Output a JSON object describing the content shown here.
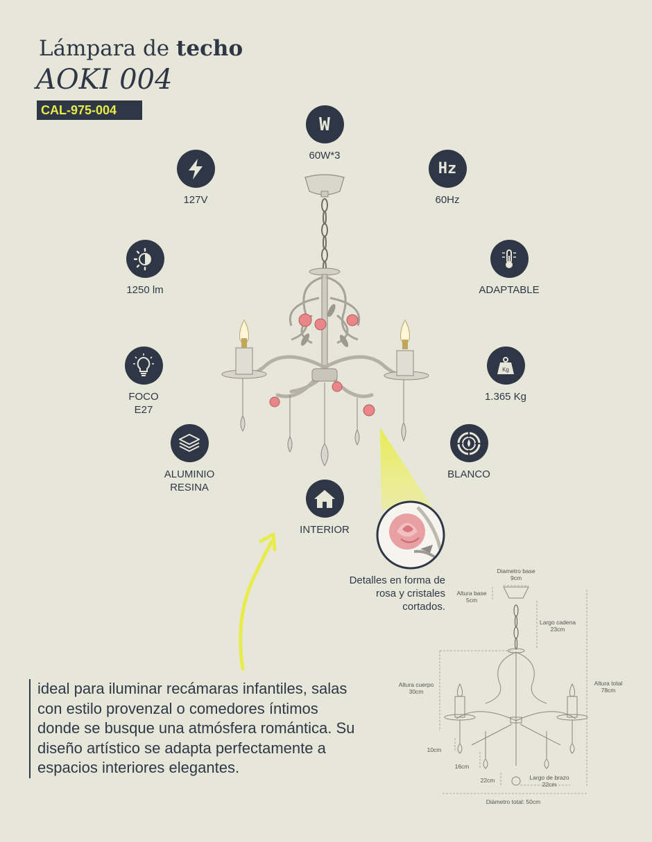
{
  "title": {
    "prefix": "Lámpara de",
    "bold": "techo",
    "model": "AOKI 004"
  },
  "code": "CAL-975-004",
  "specs": {
    "watts": {
      "icon": "W",
      "label": "60W*3"
    },
    "voltage": {
      "label": "127V"
    },
    "frequency": {
      "icon": "Hz",
      "label": "60Hz"
    },
    "lumens": {
      "label": "1250 lm"
    },
    "temperature": {
      "label": "ADAPTABLE"
    },
    "bulb": {
      "label": "FOCO\nE27"
    },
    "weight": {
      "icon": "Kg",
      "label": "1.365 Kg"
    },
    "material": {
      "label": "ALUMINIO\nRESINA"
    },
    "color": {
      "label": "BLANCO"
    },
    "usage": {
      "label": "INTERIOR"
    }
  },
  "detail_caption": "Detalles en forma de rosa y cristales cortados.",
  "description": "ideal para iluminar recámaras infantiles, salas con estilo provenzal o comedores íntimos donde se busque una atmósfera romántica. Su diseño artístico se adapta perfectamente a espacios interiores elegantes.",
  "dimensions": {
    "base_diameter": [
      "Diametro base",
      "9cm"
    ],
    "base_height": [
      "Altura base",
      "5cm"
    ],
    "chain_length": [
      "Largo cadena",
      "23cm"
    ],
    "body_height": [
      "Altura cuerpo",
      "30cm"
    ],
    "total_height": [
      "Altura total",
      "78cm"
    ],
    "crystal_1": "10cm",
    "crystal_2": "16cm",
    "crystal_3": "22cm",
    "arm_length": [
      "Largo de brazo",
      "22cm"
    ],
    "total_diameter": "Diámetro total: 50cm"
  },
  "colors": {
    "navy": "#2f3747",
    "accent_yellow": "#e8ec4a",
    "background": "#e6e6d9",
    "rose": "#e8868a"
  }
}
